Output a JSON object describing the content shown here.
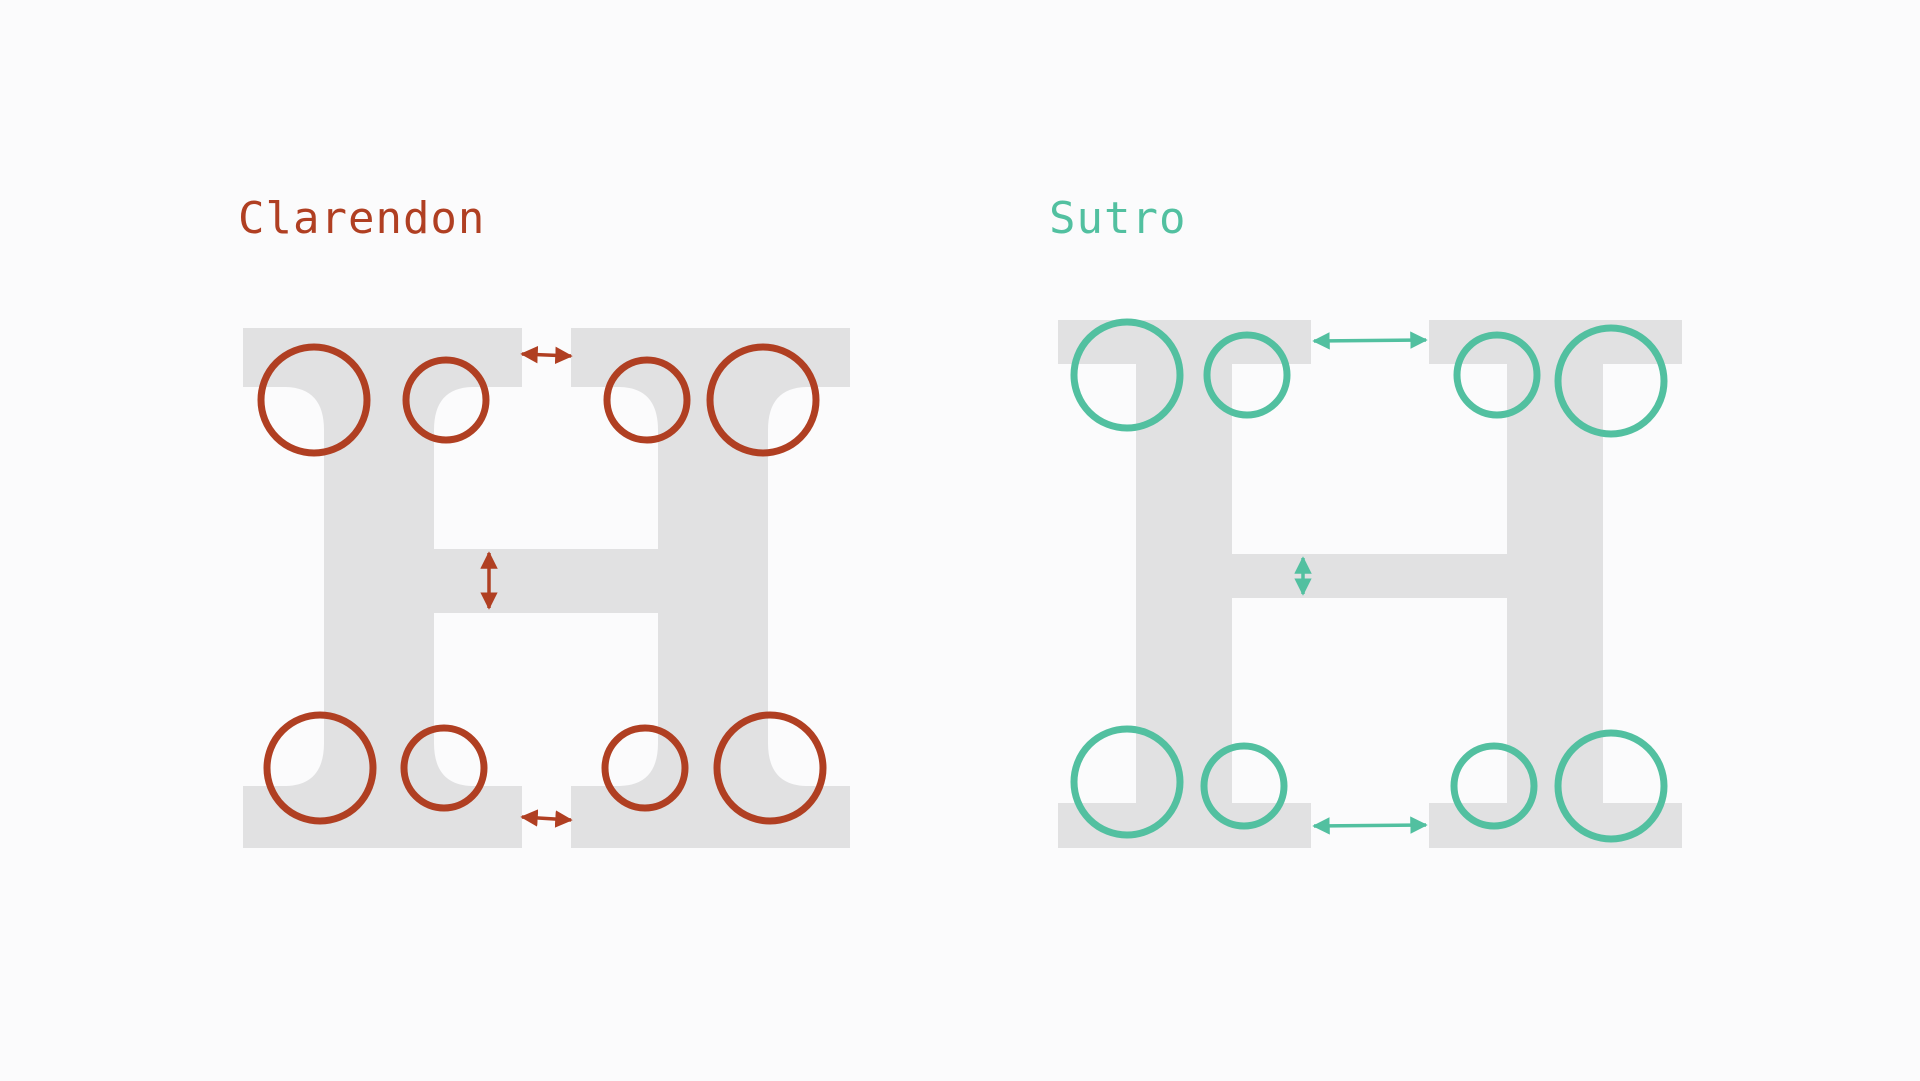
{
  "colors": {
    "background": "#fbfbfc",
    "glyph_fill": "#e1e1e2",
    "clarendon_accent": "#b03f22",
    "sutro_accent": "#52c0a0"
  },
  "comparison": {
    "left": {
      "font_name": "Clarendon",
      "glyph": "H",
      "style": "bracketed-serif",
      "marker_count": 8,
      "arrow_count": 3
    },
    "right": {
      "font_name": "Sutro",
      "glyph": "H",
      "style": "slab-serif",
      "marker_count": 8,
      "arrow_count": 3
    }
  }
}
